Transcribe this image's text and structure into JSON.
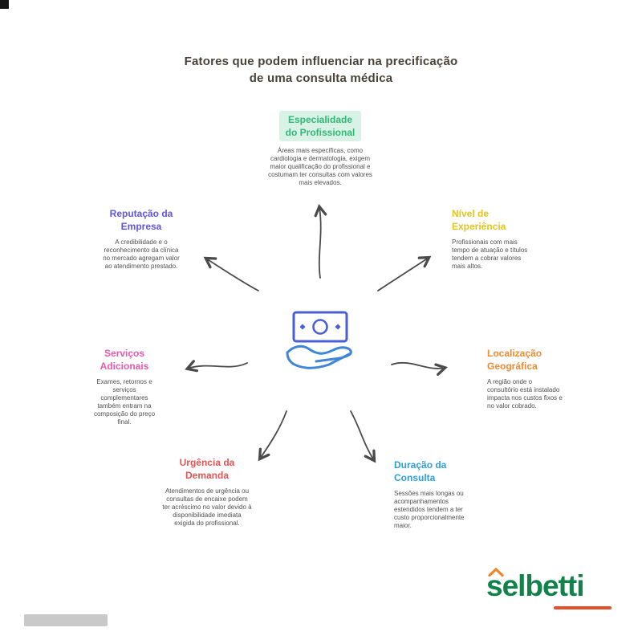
{
  "title": {
    "line1": "Fatores que podem influenciar na precificação",
    "line2": "de uma consulta médica",
    "color": "#4a4238"
  },
  "nodes": {
    "top": {
      "heading1": "Especialidade",
      "heading2": "do Profissional",
      "color": "#31b877",
      "box_bg": "#d9f2e6",
      "body": "Áreas mais específicas, como cardiologia e dermatologia, exigem maior qualificação do profissional e costumam ter consultas com valores mais elevados."
    },
    "top_left": {
      "heading1": "Reputação da",
      "heading2": "Empresa",
      "color": "#5f55e0",
      "body": "A credibilidade e o reconhecimento da clínica no mercado agregam valor ao atendimento prestado."
    },
    "top_right": {
      "heading1": "Nível de",
      "heading2": "Experiência",
      "color": "#e3c51d",
      "body": "Profissionais com mais tempo de atuação e títulos tendem a cobrar valores mais altos."
    },
    "left": {
      "heading1": "Serviços",
      "heading2": "Adicionais",
      "color": "#ea57ad",
      "body": "Exames, retornos e serviços complementares também entram na composição do preço final."
    },
    "right": {
      "heading1": "Localização",
      "heading2": "Geográfica",
      "color": "#ef8a33",
      "body": "A região onde o consultório está instalado impacta nos custos fixos e no valor cobrado."
    },
    "bottom_left": {
      "heading1": "Urgência da",
      "heading2": "Demanda",
      "color": "#e25555",
      "body": "Atendimentos de urgência ou consultas de encaixe podem ter acréscimo no valor devido à disponibilidade imediata exigida do profissional."
    },
    "bottom_right": {
      "heading1": "Duração da",
      "heading2": "Consulta",
      "color": "#2d9fd8",
      "body": "Sessões mais longas ou acompanhamentos estendidos tendem a ter custo proporcionalmente maior."
    }
  },
  "center_icon": "hand-holding-money",
  "icon_colors": {
    "banknote": "#4a5fd6",
    "hand": "#3f86d8"
  },
  "arrow_color": "#4a4a4a",
  "logo": {
    "text": "selbetti",
    "color": "#12814a",
    "caret_color": "#f08427",
    "underline_color": "#e2512b"
  }
}
